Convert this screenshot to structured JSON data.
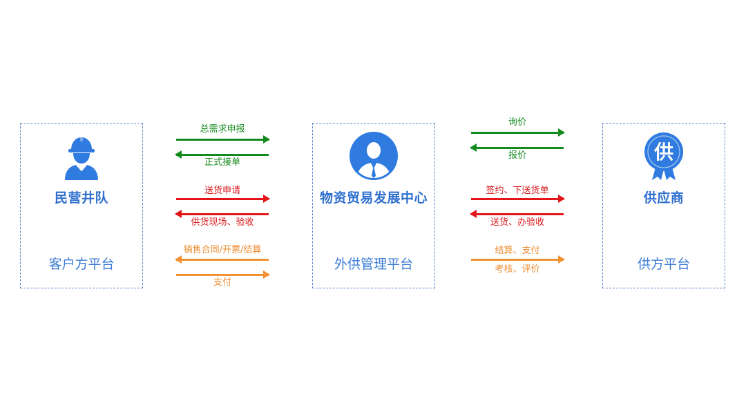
{
  "entities": {
    "left": {
      "name": "民营井队",
      "platform": "客户方平台",
      "icon": "worker-icon"
    },
    "center": {
      "name": "物资贸易发展中心",
      "platform": "外供管理平台",
      "icon": "person-avatar-icon"
    },
    "right": {
      "name": "供应商",
      "platform": "供方平台",
      "icon": "supplier-badge-icon",
      "badge_char": "供"
    }
  },
  "flows_left": [
    {
      "label": "总需求申报",
      "direction": "right",
      "color": "#138a1c"
    },
    {
      "label": "正式接单",
      "direction": "left",
      "color": "#138a1c"
    },
    {
      "label": "送货申请",
      "direction": "right",
      "color": "#e3151a"
    },
    {
      "label": "供货现场、验收",
      "direction": "left",
      "color": "#e3151a"
    },
    {
      "label": "销售合同/开票/结算",
      "direction": "left",
      "color": "#f29232"
    },
    {
      "label": "支付",
      "direction": "right",
      "color": "#f29232"
    }
  ],
  "flows_right": [
    {
      "label": "询价",
      "direction": "right",
      "color": "#138a1c"
    },
    {
      "label": "报价",
      "direction": "left",
      "color": "#138a1c"
    },
    {
      "label": "签约、下送货单",
      "direction": "right",
      "color": "#e3151a"
    },
    {
      "label": "送货、办验收",
      "direction": "left",
      "color": "#e3151a"
    },
    {
      "label": "结算、支付",
      "direction": "right",
      "color": "#f29232"
    },
    {
      "label": "考核、评价",
      "direction": "right",
      "color": "#f29232"
    }
  ],
  "colors": {
    "entity_text": "#2f6fcf",
    "platform_text": "#3c7bd6",
    "icon_blue": "#2f7be0",
    "border": "#5b86c7"
  }
}
